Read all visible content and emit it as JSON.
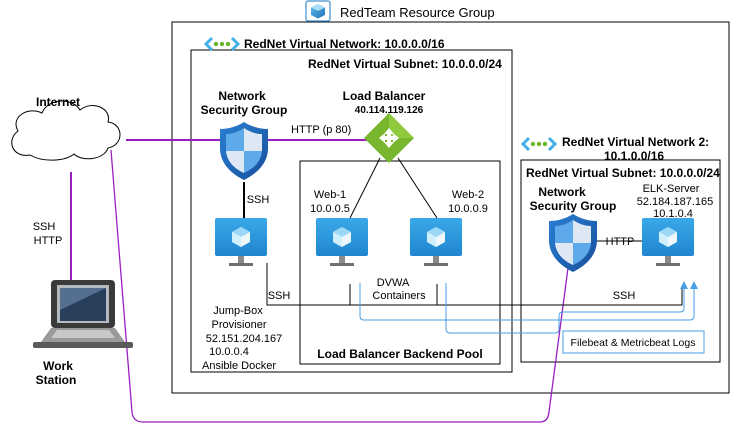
{
  "resource_group": {
    "label": "RedTeam Resource Group",
    "icon": "resource-group-cube-icon"
  },
  "vnet1": {
    "label": "RedNet Virtual Network: 10.0.0.0/16",
    "subnet_label": "RedNet Virtual Subnet: 10.0.0.0/24"
  },
  "vnet2": {
    "label_line1": "RedNet Virtual Network 2:",
    "label_line2": "10.1.0.0/16",
    "subnet_label": "RedNet Virtual Subnet: 10.0.0.0/24"
  },
  "internet": {
    "label": "Internet"
  },
  "workstation": {
    "label_line1": "Work",
    "label_line2": "Station",
    "link_line1": "SSH",
    "link_line2": "HTTP"
  },
  "nsg1": {
    "label_line1": "Network",
    "label_line2": "Security Group"
  },
  "nsg2": {
    "label_line1": "Network",
    "label_line2": "Security Group"
  },
  "load_balancer": {
    "label": "Load Balancer",
    "ip": "40.114.119.126",
    "http_label": "HTTP (p 80)"
  },
  "jumpbox": {
    "ssh_label": "SSH",
    "lines": [
      "Jump-Box",
      "Provisioner",
      "52.151.204.167",
      "10.0.0.4",
      "Ansible Docker"
    ]
  },
  "web1": {
    "name": "Web-1",
    "ip": "10.0.0.5"
  },
  "web2": {
    "name": "Web-2",
    "ip": "10.0.0.9"
  },
  "dvwa": {
    "line1": "DVWA",
    "line2": "Containers"
  },
  "backend_pool": {
    "label": "Load Balancer Backend Pool"
  },
  "elk": {
    "name": "ELK-Server",
    "public_ip": "52.184.187.165",
    "private_ip": "10.1.0.4",
    "http_label": "HTTP"
  },
  "ssh_link": {
    "left": "SSH",
    "right": "SSH"
  },
  "logs": {
    "label": "Filebeat & Metricbeat Logs"
  },
  "colors": {
    "purple": "#9a1fc0",
    "blue_line": "#4a9ee6",
    "vm_blue": "#2b9bdf",
    "shield_blue": "#1c6fc2",
    "lb_green": "#78b62e",
    "vnet_cyan": "#43b1e8",
    "vnet_green": "#6bb52c"
  }
}
